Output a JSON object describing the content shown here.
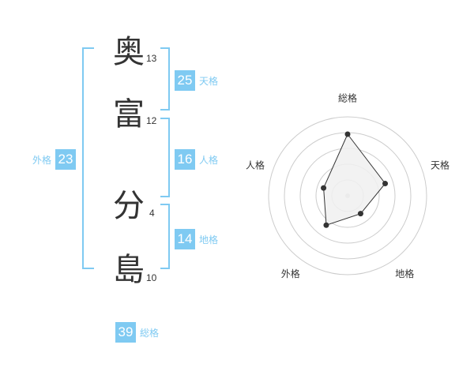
{
  "name": {
    "characters": [
      {
        "char": "奥",
        "strokes": "13"
      },
      {
        "char": "富",
        "strokes": "12"
      },
      {
        "char": "分",
        "strokes": "4"
      },
      {
        "char": "島",
        "strokes": "10"
      }
    ]
  },
  "scores": {
    "tenkaku": {
      "value": "25",
      "label": "天格"
    },
    "jinkaku": {
      "value": "16",
      "label": "人格"
    },
    "chikaku": {
      "value": "14",
      "label": "地格"
    },
    "gaikaku": {
      "value": "23",
      "label": "外格"
    },
    "soukaku": {
      "value": "39",
      "label": "総格"
    }
  },
  "colors": {
    "accent": "#7fcaf2",
    "text": "#333333",
    "grid": "#cccccc",
    "fill": "#f0f0f0",
    "line": "#333333"
  },
  "chart_data": {
    "type": "radar",
    "axes": [
      "総格",
      "天格",
      "地格",
      "外格",
      "人格"
    ],
    "values": [
      39,
      25,
      14,
      23,
      16
    ],
    "grid_rings": 5,
    "grid": true
  }
}
